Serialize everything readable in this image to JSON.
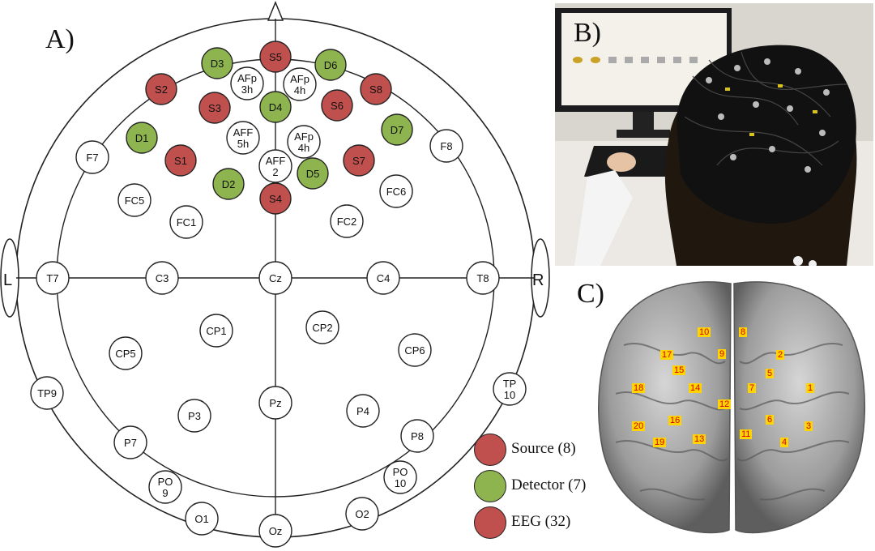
{
  "panels": {
    "a": "A)",
    "b": "B)",
    "c": "C)"
  },
  "montage": {
    "side_left": "L",
    "side_right": "R",
    "colors": {
      "source": "#c0504d",
      "detector": "#8db44e",
      "eeg": "#ffffff"
    },
    "sources": [
      "S1",
      "S2",
      "S3",
      "S4",
      "S5",
      "S6",
      "S7",
      "S8"
    ],
    "detectors": [
      "D1",
      "D2",
      "D3",
      "D4",
      "D5",
      "D6",
      "D7"
    ],
    "eeg": [
      "F7",
      "F8",
      "FC5",
      "FC6",
      "FC1",
      "FC2",
      "T7",
      "C3",
      "Cz",
      "C4",
      "T8",
      "CP1",
      "CP2",
      "CP5",
      "CP6",
      "TP9",
      "TP 10",
      "P3",
      "Pz",
      "P4",
      "P7",
      "P8",
      "PO 9",
      "PO 10",
      "O1",
      "Oz",
      "O2",
      "AFp 3h",
      "AFp 4h",
      "AFF 5h",
      "AFp 4h",
      "AFF 2"
    ]
  },
  "legend": [
    {
      "label": "Source (8)",
      "color": "#c0504d"
    },
    {
      "label": "Detector (7)",
      "color": "#8db44e"
    },
    {
      "label": "EEG (32)",
      "color": "#c0504d"
    }
  ],
  "brain_labels": [
    "1",
    "2",
    "3",
    "4",
    "5",
    "6",
    "7",
    "8",
    "9",
    "10",
    "11",
    "12",
    "13",
    "14",
    "15",
    "16",
    "17",
    "18",
    "19",
    "20"
  ]
}
